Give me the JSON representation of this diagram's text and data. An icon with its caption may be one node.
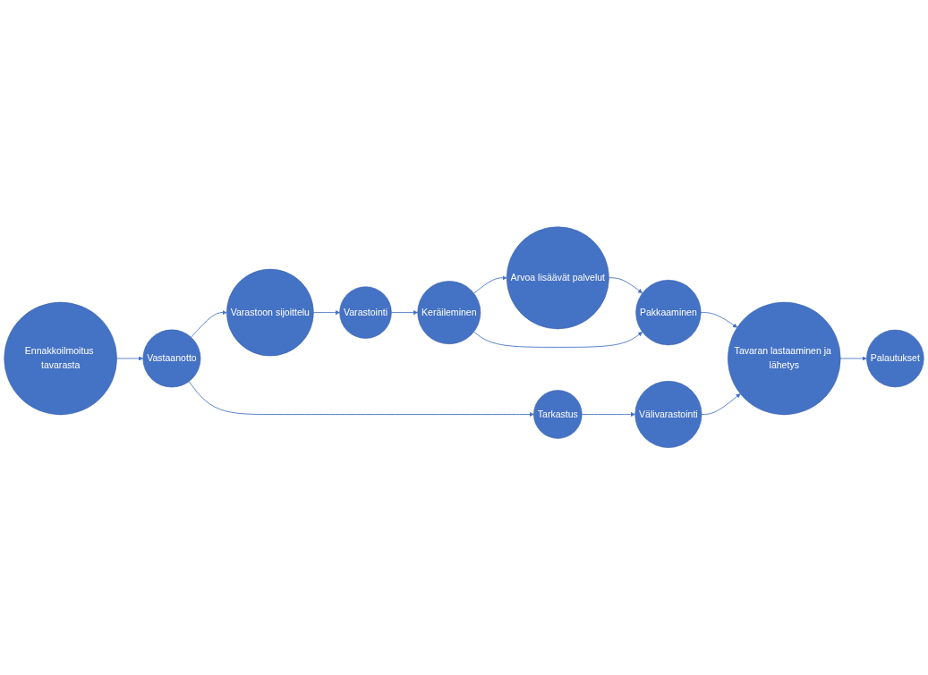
{
  "diagram": {
    "nodes": [
      {
        "text": [
          "Ennakkoilmoitus tavarasta"
        ]
      },
      {
        "text": [
          "Vastaanotto"
        ]
      },
      {
        "text": [
          "Tarkastus"
        ]
      },
      {
        "text": [
          "Palautukset"
        ]
      },
      {
        "text": [
          "Varastointi"
        ]
      },
      {
        "text": [
          "Varastoon sijoittelu"
        ]
      },
      {
        "text": [
          "Välivarastointi"
        ]
      },
      {
        "text": [
          "Arvoa lisäävät palvelut"
        ]
      },
      {
        "text": [
          "Keräileminen"
        ]
      },
      {
        "text": [
          "Pakkaaminen"
        ]
      },
      {
        "text": [
          "Tavaran lastaaminen ja lähetys"
        ]
      }
    ],
    "edges": [
      {
        "from": 0,
        "to": 1,
        "arrow": "to"
      },
      {
        "from": 1,
        "to": 2,
        "arrow": "to"
      },
      {
        "from": 1,
        "to": 5,
        "arrow": "to"
      },
      {
        "from": 2,
        "to": 6,
        "arrow": "to"
      },
      {
        "from": 5,
        "to": 4,
        "arrow": "to"
      },
      {
        "from": 4,
        "to": 8,
        "arrow": "to"
      },
      {
        "from": 8,
        "to": 7,
        "arrow": "to"
      },
      {
        "from": 7,
        "to": 9,
        "arrow": "to"
      },
      {
        "from": 8,
        "to": 9,
        "arrow": "to"
      },
      {
        "from": 9,
        "to": 10,
        "arrow": "to"
      },
      {
        "from": 6,
        "to": 10,
        "arrow": "to"
      },
      {
        "from": 10,
        "to": 3,
        "arrow": "to"
      }
    ]
  }
}
